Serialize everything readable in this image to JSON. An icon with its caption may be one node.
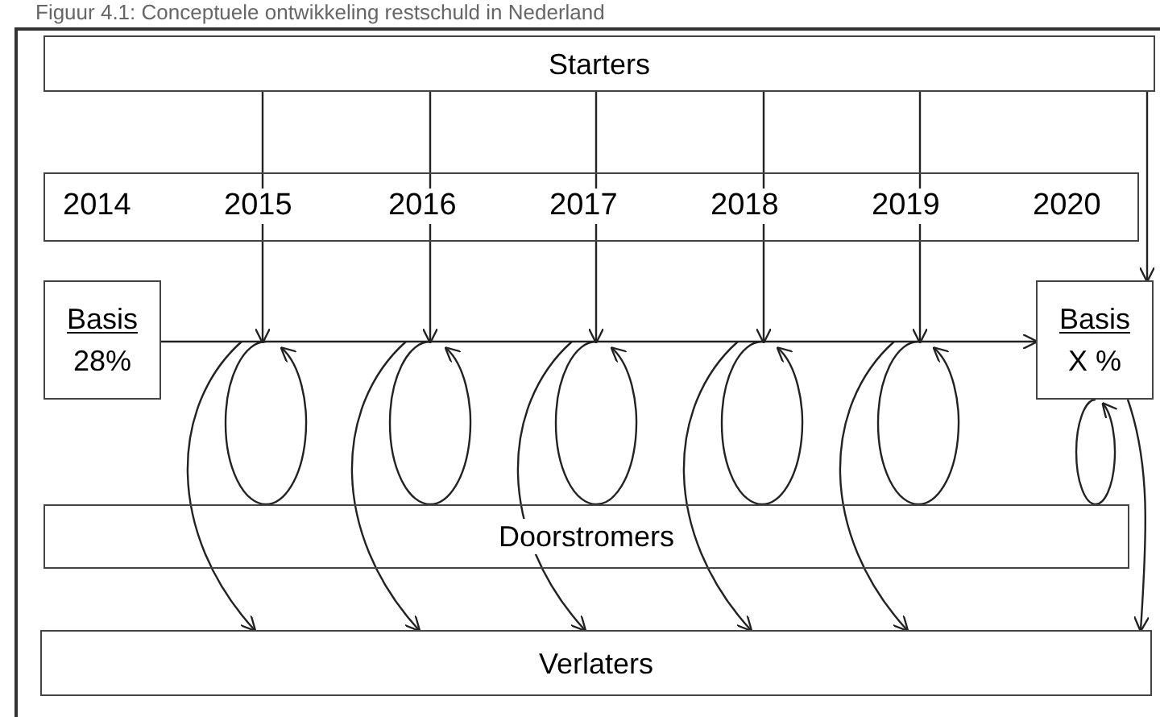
{
  "diagram": {
    "title": "Figuur 4.1: Conceptuele ontwikkeling restschuld in Nederland",
    "nodes": [
      {
        "text": [
          "Starters"
        ]
      },
      {
        "text": [
          "2014",
          "2015",
          "2016",
          "2017",
          "2018",
          "2019",
          "2020"
        ]
      },
      {
        "text": [
          "Basis",
          "28%"
        ]
      },
      {
        "text": [
          "Basis",
          "X %"
        ]
      },
      {
        "text": [
          "Doorstromers"
        ]
      },
      {
        "text": [
          "Verlaters"
        ]
      }
    ],
    "edges": [
      {
        "from": 0,
        "to": null,
        "arrow": "to"
      },
      {
        "from": 0,
        "to": null,
        "arrow": "to"
      },
      {
        "from": 0,
        "to": null,
        "arrow": "to"
      },
      {
        "from": 0,
        "to": null,
        "arrow": "to"
      },
      {
        "from": 0,
        "to": null,
        "arrow": "to"
      },
      {
        "from": 0,
        "to": 3,
        "arrow": "to"
      },
      {
        "from": 2,
        "to": 3,
        "arrow": "to"
      },
      {
        "from": 4,
        "to": null,
        "arrow": "to"
      },
      {
        "from": 4,
        "to": null,
        "arrow": "to"
      },
      {
        "from": 4,
        "to": null,
        "arrow": "to"
      },
      {
        "from": 4,
        "to": null,
        "arrow": "to"
      },
      {
        "from": 4,
        "to": null,
        "arrow": "to"
      },
      {
        "from": 4,
        "to": 3,
        "arrow": "to"
      },
      {
        "from": null,
        "to": 5,
        "arrow": "to"
      },
      {
        "from": null,
        "to": 5,
        "arrow": "to"
      },
      {
        "from": null,
        "to": 5,
        "arrow": "to"
      },
      {
        "from": null,
        "to": 5,
        "arrow": "to"
      },
      {
        "from": null,
        "to": 5,
        "arrow": "to"
      },
      {
        "from": 3,
        "to": 5,
        "arrow": "to"
      },
      {
        "from": null,
        "to": 4,
        "arrow": "none"
      },
      {
        "from": null,
        "to": 4,
        "arrow": "none"
      },
      {
        "from": null,
        "to": 4,
        "arrow": "none"
      },
      {
        "from": null,
        "to": 4,
        "arrow": "none"
      },
      {
        "from": null,
        "to": 4,
        "arrow": "none"
      },
      {
        "from": 3,
        "to": 4,
        "arrow": "none"
      }
    ]
  }
}
